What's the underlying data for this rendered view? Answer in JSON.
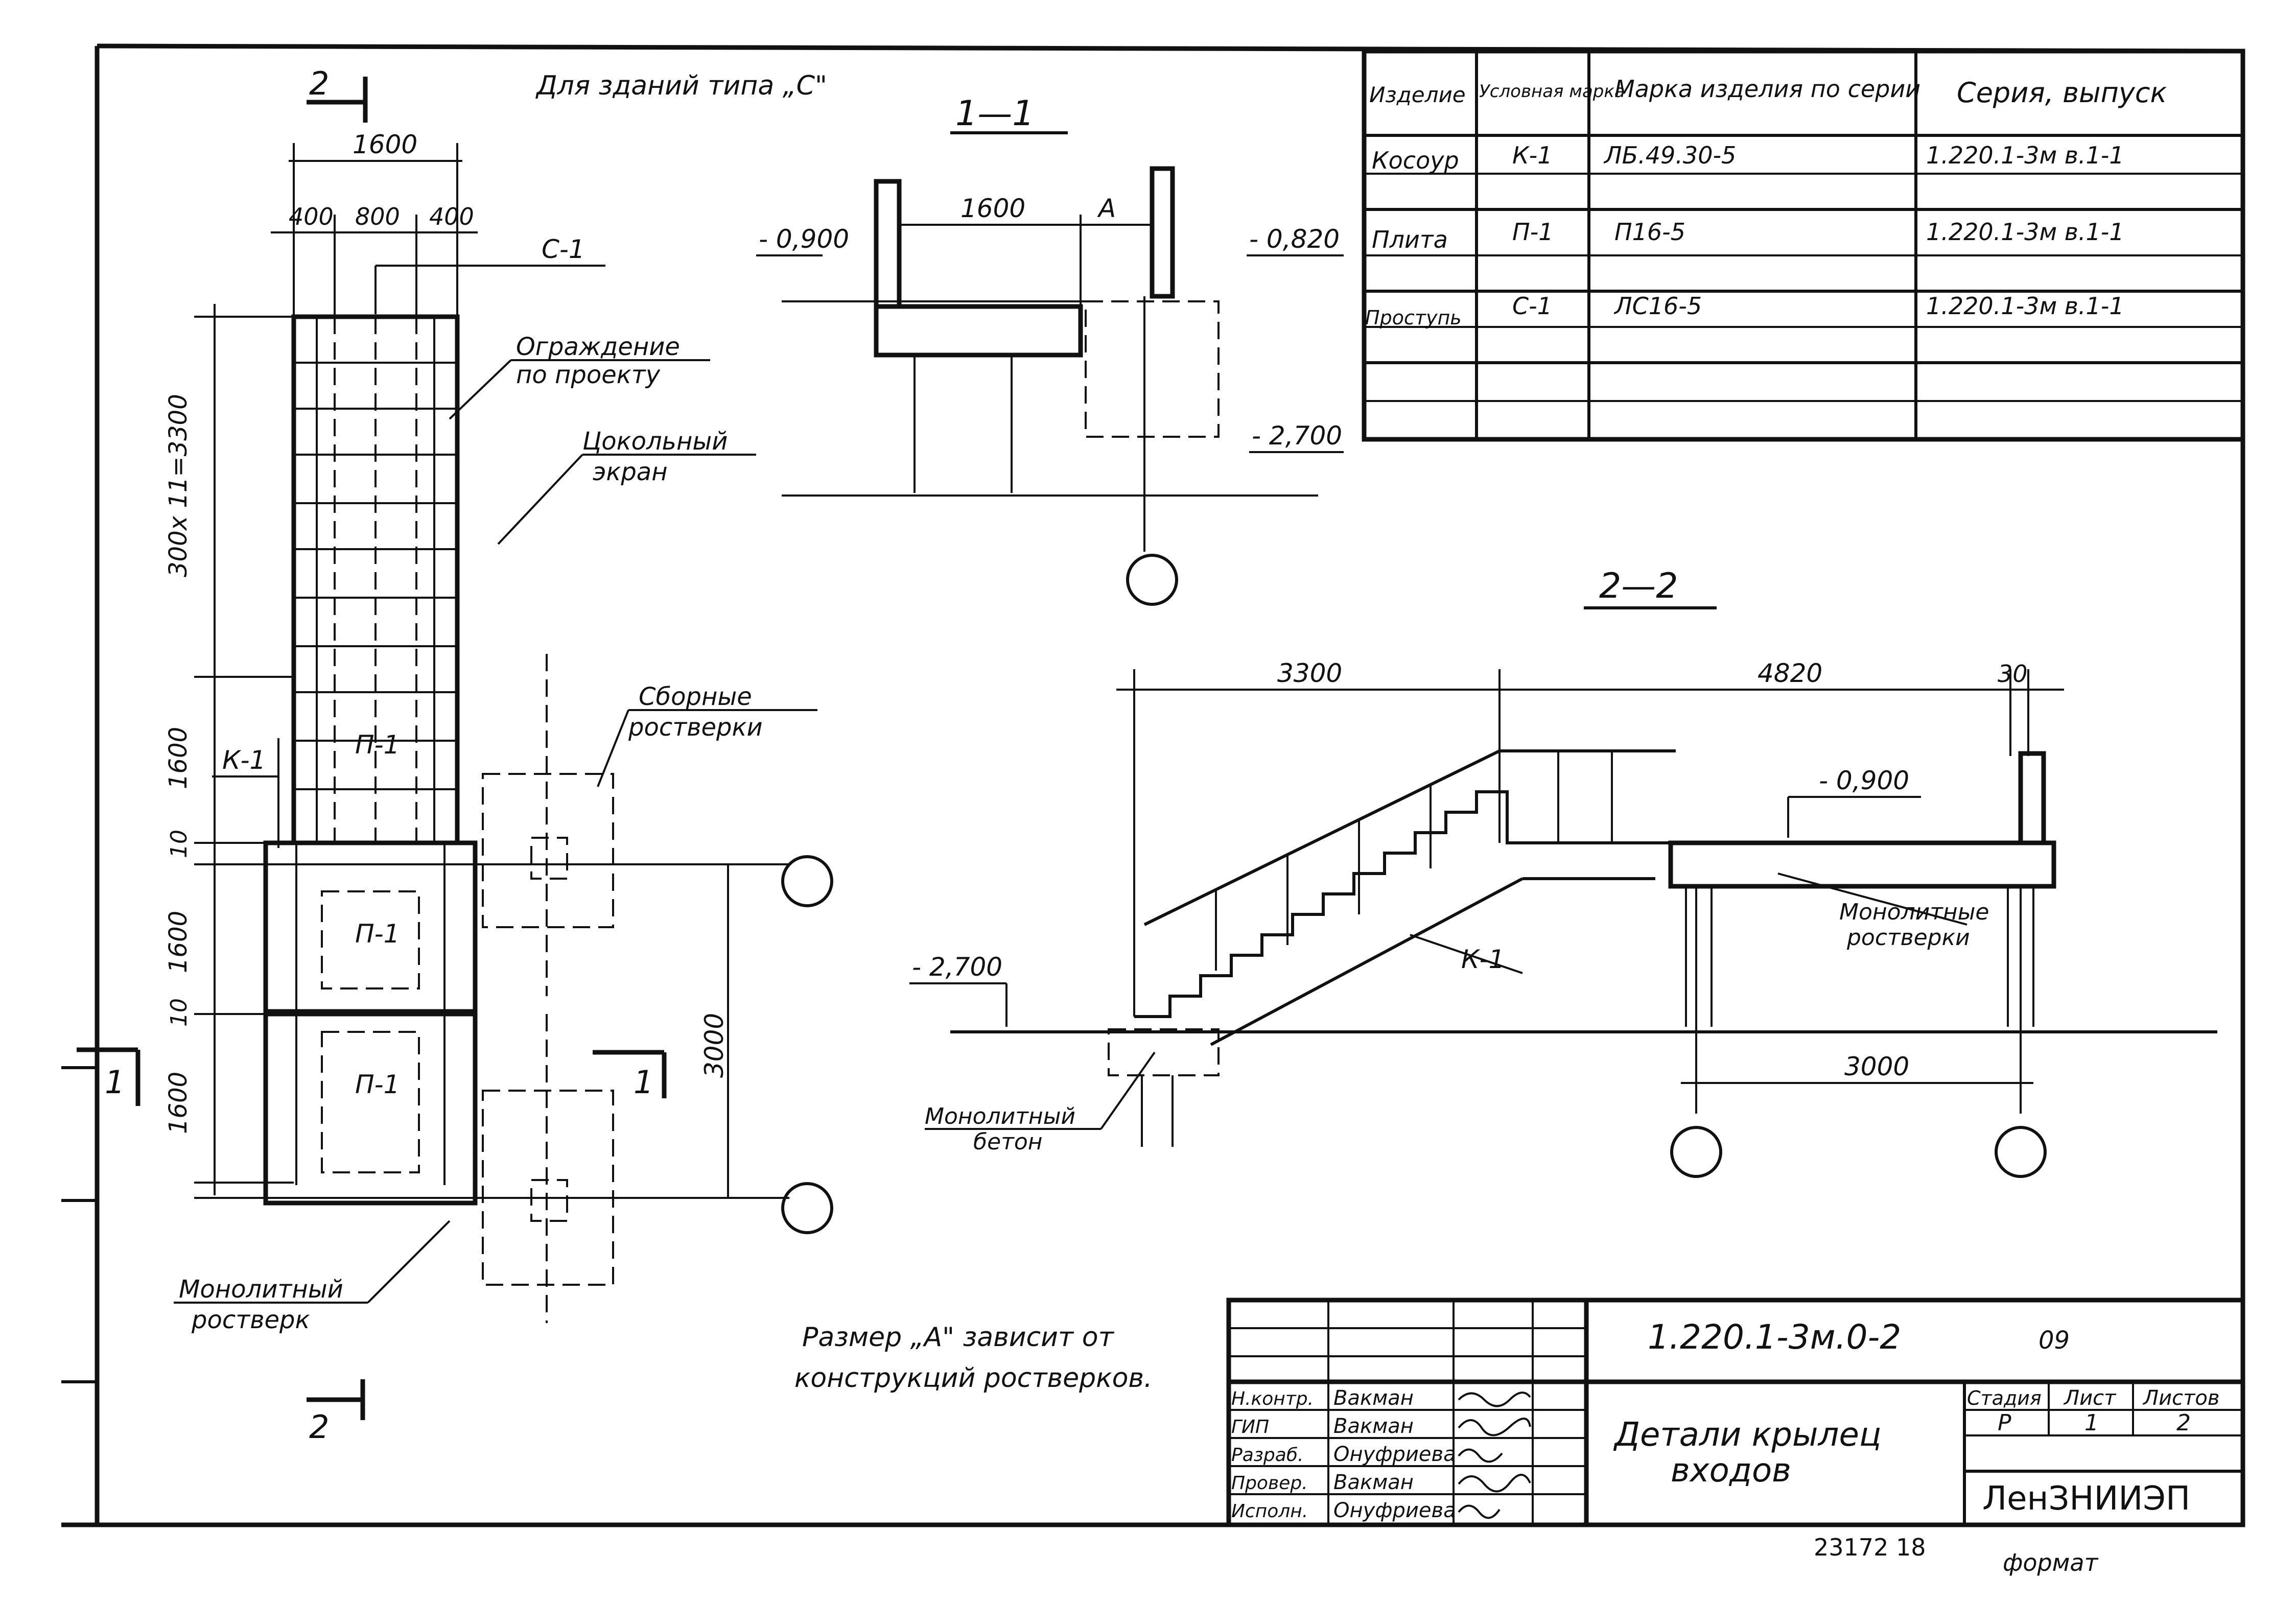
{
  "header_note": "Для зданий типа „С\"",
  "section_labels": {
    "s1": "1—1",
    "s2": "2—2",
    "cut2": "2",
    "cut1": "1"
  },
  "plan": {
    "dims": {
      "overall": "1600",
      "left": "400",
      "middle": "800",
      "right": "400",
      "v_stair": "300x 11=3300",
      "v_1600_a": "1600",
      "v_10_a": "10",
      "v_1600_b": "1600",
      "v_10_b": "10",
      "v_1600_c": "1600",
      "v_3000": "3000"
    },
    "marks": {
      "c1": "С-1",
      "k1": "К-1",
      "p1_top": "П-1",
      "p1_mid": "П-1",
      "p1_bot": "П-1"
    },
    "labels": {
      "fence_1": "Ограждение",
      "fence_2": "по проекту",
      "screen_1": "Цокольный",
      "screen_2": "экран",
      "prefab_1": "Сборные",
      "prefab_2": "ростверки",
      "mono_1": "Монолитный",
      "mono_2": "ростверк"
    }
  },
  "section1": {
    "dim_1600": "1600",
    "dim_A": "А",
    "lev_left": "- 0,900",
    "lev_right": "- 0,820",
    "lev_bottom": "- 2,700"
  },
  "section2": {
    "dim_3300": "3300",
    "dim_4820": "4820",
    "dim_30": "30",
    "dim_3000": "3000",
    "lev_top": "- 0,900",
    "lev_bottom": "- 2,700",
    "k1": "К-1",
    "mono_grill_1": "Монолитные",
    "mono_grill_2": "ростверки",
    "mono_concrete_1": "Монолитный",
    "mono_concrete_2": "бетон"
  },
  "table": {
    "headers": [
      "Изделие",
      "Условная марка",
      "Марка изделия по серии",
      "Серия, выпуск"
    ],
    "rows": [
      [
        "Косоур",
        "К-1",
        "ЛБ.49.30-5",
        "1.220.1-3м в.1-1"
      ],
      [
        "Плита",
        "П-1",
        "П16-5",
        "1.220.1-3м в.1-1"
      ],
      [
        "Проступь",
        "С-1",
        "ЛС16-5",
        "1.220.1-3м в.1-1"
      ]
    ]
  },
  "note": {
    "line1": "Размер „А\" зависит от",
    "line2": "конструкций ростверков."
  },
  "title_block": {
    "code": "1.220.1-3м.0-2",
    "code_suffix": "09",
    "title_1": "Детали крылец",
    "title_2": "входов",
    "stage_header": "Стадия",
    "sheet_header": "Лист",
    "sheets_header": "Листов",
    "stage": "Р",
    "sheet": "1",
    "sheets": "2",
    "org": "ЛенЗНИИЭП",
    "staff": [
      {
        "role": "Н.контр.",
        "name": "Вакман"
      },
      {
        "role": "ГИП",
        "name": "Вакман"
      },
      {
        "role": "Разраб.",
        "name": "Онуфриева"
      },
      {
        "role": "Провер.",
        "name": "Вакман"
      },
      {
        "role": "Исполн.",
        "name": "Онуфриева"
      }
    ]
  },
  "footer": {
    "inventory": "23172 18",
    "format": "формат"
  }
}
